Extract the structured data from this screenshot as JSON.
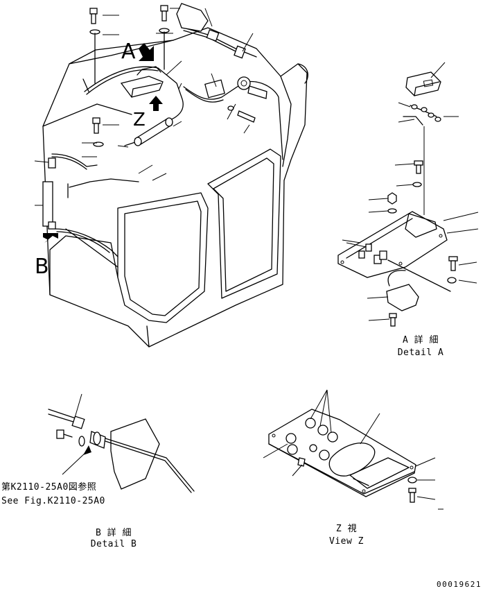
{
  "labels": {
    "marker_a": "A",
    "marker_b": "B",
    "marker_z": "Z",
    "detail_a_jp": "A 詳 細",
    "detail_a_en": "Detail A",
    "detail_b_jp": "B 詳 細",
    "detail_b_en": "Detail B",
    "view_z_jp": "Z 視",
    "view_z_en": "View Z",
    "ref_jp": "第K2110-25A0図参照",
    "ref_en": "See Fig.K2110-25A0",
    "drawing_number": "00019621"
  }
}
